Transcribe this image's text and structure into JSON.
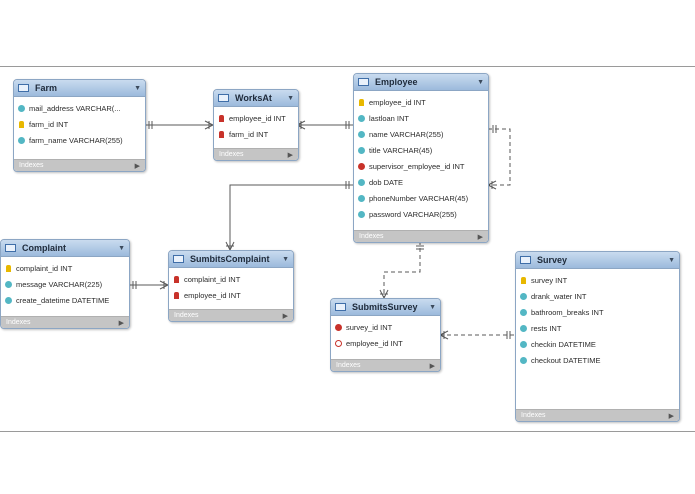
{
  "diagram": {
    "index_label": "Indexes",
    "tables": [
      {
        "name": "Farm",
        "columns": [
          {
            "text": "mail_address VARCHAR(...",
            "key": "attr"
          },
          {
            "text": "farm_id INT",
            "key": "pk"
          },
          {
            "text": "farm_name VARCHAR(255)",
            "key": "attr"
          }
        ]
      },
      {
        "name": "WorksAt",
        "columns": [
          {
            "text": "employee_id INT",
            "key": "fpk"
          },
          {
            "text": "farm_id INT",
            "key": "fpk"
          }
        ]
      },
      {
        "name": "Employee",
        "columns": [
          {
            "text": "employee_id INT",
            "key": "pk"
          },
          {
            "text": "lastloan INT",
            "key": "attr"
          },
          {
            "text": "name VARCHAR(255)",
            "key": "attr"
          },
          {
            "text": "title VARCHAR(45)",
            "key": "attr"
          },
          {
            "text": "supervisor_employee_id INT",
            "key": "fk"
          },
          {
            "text": "dob DATE",
            "key": "attr"
          },
          {
            "text": "phoneNumber VARCHAR(45)",
            "key": "attr"
          },
          {
            "text": "password VARCHAR(255)",
            "key": "attr"
          }
        ]
      },
      {
        "name": "Complaint",
        "columns": [
          {
            "text": "complaint_id INT",
            "key": "pk"
          },
          {
            "text": "message VARCHAR(225)",
            "key": "attr"
          },
          {
            "text": "create_datetime DATETIME",
            "key": "attr"
          }
        ]
      },
      {
        "name": "SumbitsComplaint",
        "columns": [
          {
            "text": "complaint_id INT",
            "key": "fpk"
          },
          {
            "text": "employee_id INT",
            "key": "fpk"
          }
        ]
      },
      {
        "name": "SubmitsSurvey",
        "columns": [
          {
            "text": "survey_id INT",
            "key": "fk"
          },
          {
            "text": "employee_id INT",
            "key": "attr-o"
          }
        ]
      },
      {
        "name": "Survey",
        "columns": [
          {
            "text": "survey INT",
            "key": "pk"
          },
          {
            "text": "drank_water INT",
            "key": "attr"
          },
          {
            "text": "bathroom_breaks INT",
            "key": "attr"
          },
          {
            "text": "rests INT",
            "key": "attr"
          },
          {
            "text": "checkin DATETIME",
            "key": "attr"
          },
          {
            "text": "checkout DATETIME",
            "key": "attr"
          }
        ]
      }
    ],
    "relationships": [
      {
        "from": "Farm",
        "to": "WorksAt",
        "style": "solid"
      },
      {
        "from": "WorksAt",
        "to": "Employee",
        "style": "solid"
      },
      {
        "from": "Employee",
        "to": "Employee",
        "style": "dashed"
      },
      {
        "from": "Employee",
        "to": "SumbitsComplaint",
        "style": "solid"
      },
      {
        "from": "Complaint",
        "to": "SumbitsComplaint",
        "style": "solid"
      },
      {
        "from": "Employee",
        "to": "SubmitsSurvey",
        "style": "dashed"
      },
      {
        "from": "SubmitsSurvey",
        "to": "Survey",
        "style": "dashed"
      }
    ]
  }
}
